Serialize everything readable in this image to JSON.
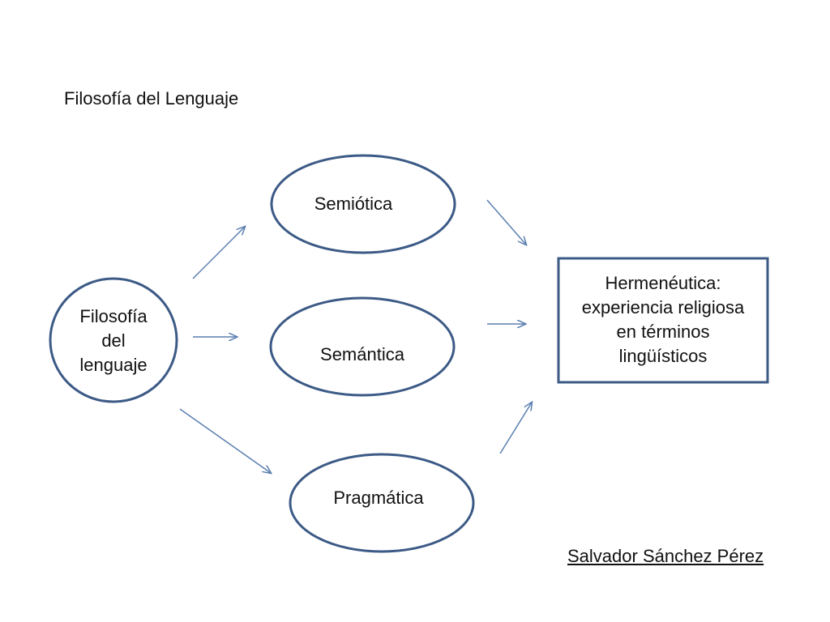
{
  "slide": {
    "title": "Filosofía del Lenguaje",
    "author": "Salvador Sánchez Pérez"
  },
  "nodes": {
    "root": {
      "lines": [
        "Filosofía",
        "del",
        "lenguaje"
      ]
    },
    "semiotica": {
      "label": "Semiótica"
    },
    "semantica": {
      "label": "Semántica"
    },
    "pragmatica": {
      "label": "Pragmática"
    },
    "hermeneutica": {
      "lines": [
        "Hermenéutica:",
        "experiencia religiosa",
        "en términos",
        "lingüísticos"
      ]
    }
  },
  "colors": {
    "node_stroke": "#3c5a86",
    "arrow": "#5b7fb0",
    "text": "#111111"
  }
}
